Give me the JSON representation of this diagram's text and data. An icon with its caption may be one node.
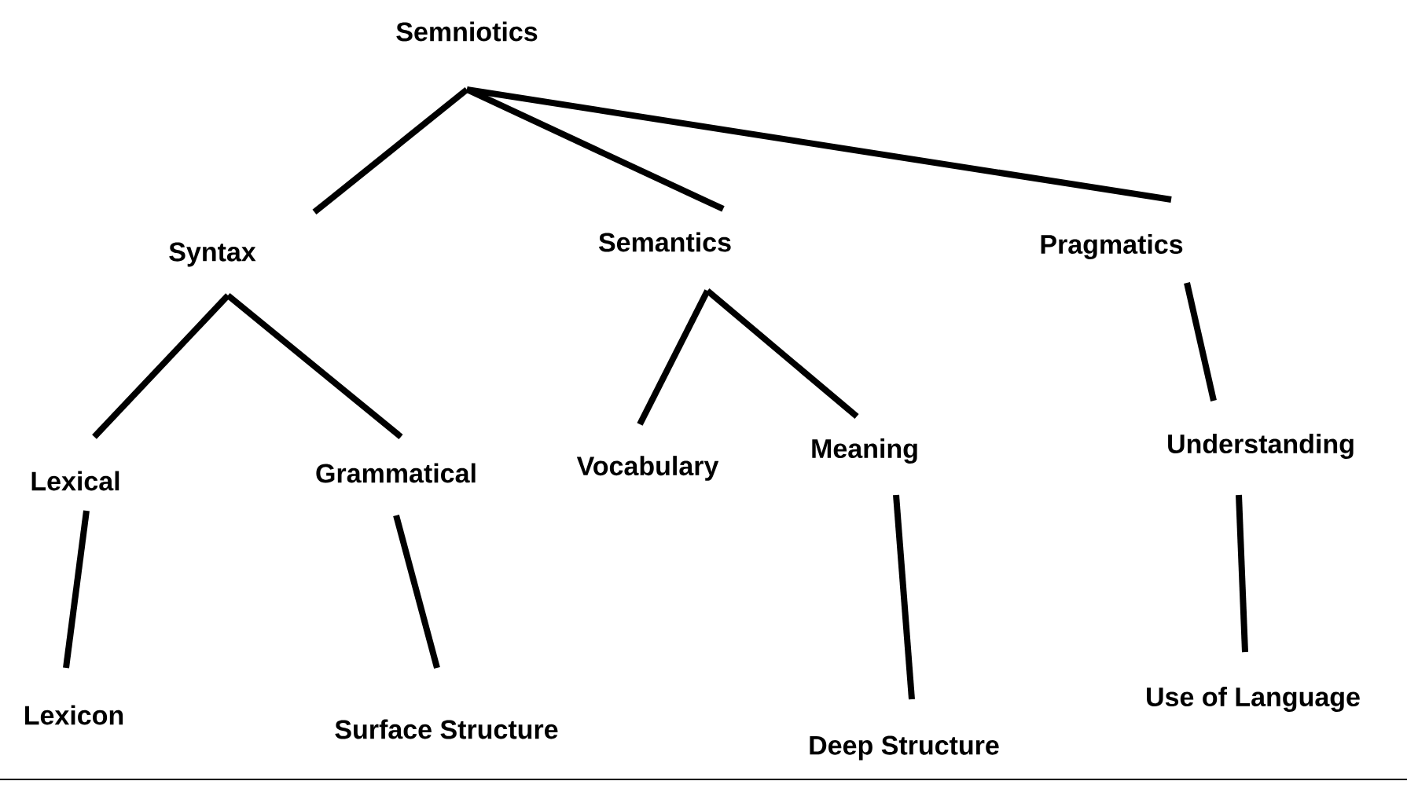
{
  "diagram": {
    "nodes": [
      {
        "text": [
          "Semniotics"
        ]
      },
      {
        "text": [
          "Syntax"
        ]
      },
      {
        "text": [
          "Semantics"
        ]
      },
      {
        "text": [
          "Pragmatics"
        ]
      },
      {
        "text": [
          "Lexical"
        ]
      },
      {
        "text": [
          "Grammatical"
        ]
      },
      {
        "text": [
          "Vocabulary"
        ]
      },
      {
        "text": [
          "Meaning"
        ]
      },
      {
        "text": [
          "Understanding"
        ]
      },
      {
        "text": [
          "Lexicon"
        ]
      },
      {
        "text": [
          "Surface Structure"
        ]
      },
      {
        "text": [
          "Deep Structure"
        ]
      },
      {
        "text": [
          "Use of Language"
        ]
      }
    ],
    "edges": [
      {
        "from": 0,
        "to": 1,
        "arrow": "none"
      },
      {
        "from": 0,
        "to": 2,
        "arrow": "none"
      },
      {
        "from": 0,
        "to": 3,
        "arrow": "none"
      },
      {
        "from": 1,
        "to": 4,
        "arrow": "none"
      },
      {
        "from": 1,
        "to": 5,
        "arrow": "none"
      },
      {
        "from": 2,
        "to": 6,
        "arrow": "none"
      },
      {
        "from": 2,
        "to": 7,
        "arrow": "none"
      },
      {
        "from": 3,
        "to": 8,
        "arrow": "none"
      },
      {
        "from": 4,
        "to": 9,
        "arrow": "none"
      },
      {
        "from": 5,
        "to": 10,
        "arrow": "none"
      },
      {
        "from": 7,
        "to": 11,
        "arrow": "none"
      },
      {
        "from": 8,
        "to": 12,
        "arrow": "none"
      }
    ]
  }
}
